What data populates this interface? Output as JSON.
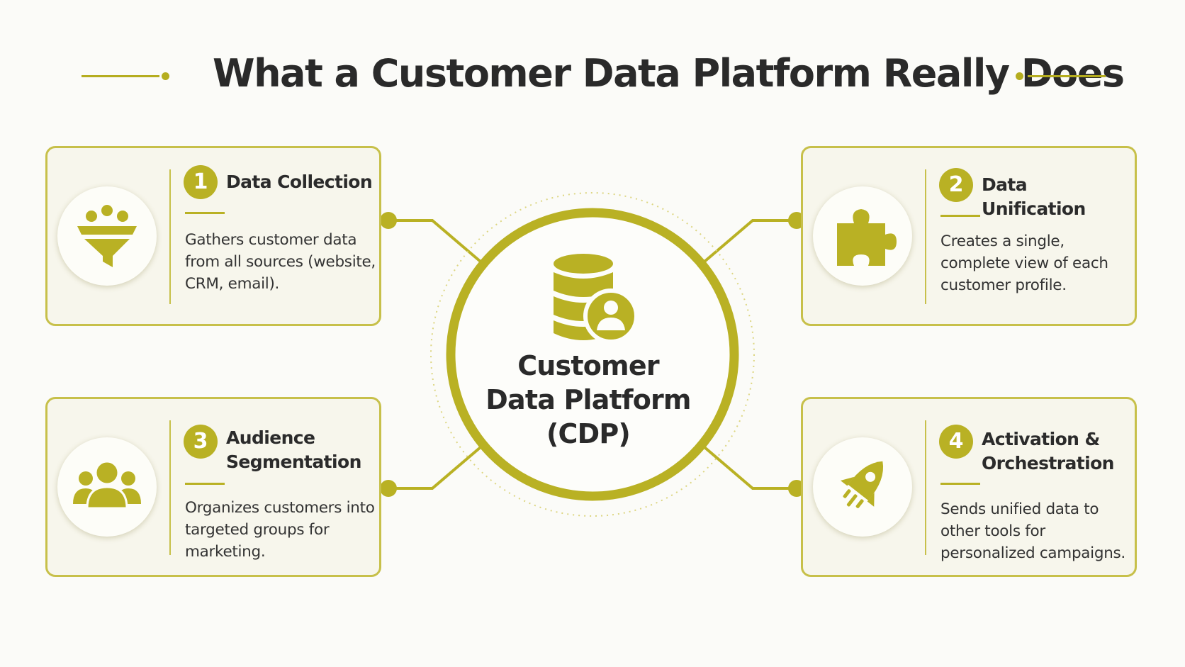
{
  "title": "What a Customer Data Platform Really Does",
  "colors": {
    "accent": "#b9b124",
    "border": "#c7c04a",
    "background": "#fbfbf8",
    "card_bg": "#f7f6ec"
  },
  "center": {
    "icon": "database-user-icon",
    "line1": "Customer",
    "line2": "Data Platform",
    "line3": "(CDP)"
  },
  "cards": [
    {
      "number": "1",
      "icon": "funnel-icon",
      "title": "Data Collection",
      "description": "Gathers customer data from all sources (website, CRM, email)."
    },
    {
      "number": "2",
      "icon": "puzzle-icon",
      "title": "Data Unification",
      "description": "Creates a single, complete view of each customer profile."
    },
    {
      "number": "3",
      "icon": "people-group-icon",
      "title": "Audience Segmentation",
      "description": "Organizes customers into targeted groups for marketing."
    },
    {
      "number": "4",
      "icon": "rocket-icon",
      "title": "Activation & Orchestration",
      "description": "Sends unified data to other tools for personalized campaigns."
    }
  ]
}
